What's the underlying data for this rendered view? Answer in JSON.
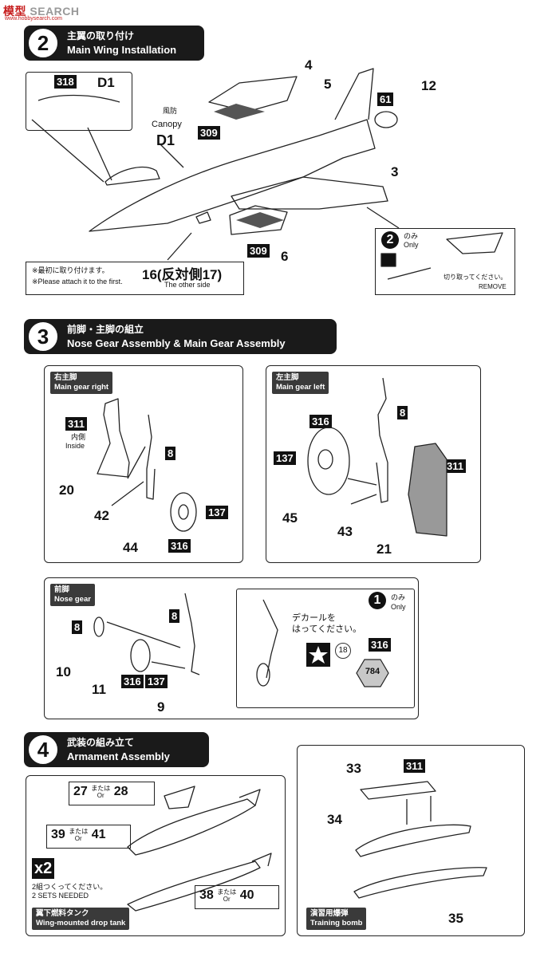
{
  "watermark": {
    "brand_a": "模型",
    "brand_b": "SEARCH",
    "url": "www.hobbysearch.com"
  },
  "step2": {
    "num": "2",
    "title_ja": "主翼の取り付け",
    "title_en": "Main Wing Installation",
    "canopy_ja": "風防",
    "canopy_en": "Canopy",
    "canopy_part": "D1",
    "inset_black": "318",
    "inset_part": "D1",
    "callouts": [
      "4",
      "5",
      "12",
      "3",
      "6"
    ],
    "black_309a": "309",
    "black_309b": "309",
    "black_61": "61",
    "note_ja": "※最初に取り付けます。",
    "note_en": "※Please attach it to the first.",
    "part16": "16",
    "part16_ja": "(反対側",
    "part17": "17)",
    "other_side": "The other side",
    "only_num": "2",
    "only_ja": "のみ",
    "only_en": "Only",
    "remove_ja": "切り取ってください。",
    "remove_en": "REMOVE"
  },
  "step3": {
    "num": "3",
    "title_ja": "前脚・主脚の組立",
    "title_en": "Nose Gear Assembly & Main Gear Assembly",
    "right": {
      "tag_ja": "右主脚",
      "tag_en": "Main gear right",
      "b311": "311",
      "inside_ja": "内側",
      "inside_en": "Inside",
      "p20": "20",
      "p42": "42",
      "p44": "44",
      "b8": "8",
      "b137": "137",
      "b316": "316"
    },
    "left": {
      "tag_ja": "左主脚",
      "tag_en": "Main gear left",
      "b316": "316",
      "b137": "137",
      "b8": "8",
      "b311": "311",
      "p45": "45",
      "p43": "43",
      "p21": "21"
    },
    "nose": {
      "tag_ja": "前脚",
      "tag_en": "Nose gear",
      "b8a": "8",
      "b8b": "8",
      "p10": "10",
      "p11": "11",
      "p9": "9",
      "b316": "316",
      "b137": "137",
      "only_num": "1",
      "only_ja": "のみ",
      "only_en": "Only",
      "decal_ja1": "デカールを",
      "decal_ja2": "はってください。",
      "decal_num": "18",
      "b316b": "316",
      "hex": "784"
    }
  },
  "step4": {
    "num": "4",
    "title_ja": "武装の組み立て",
    "title_en": "Armament Assembly",
    "tank": {
      "p27": "27",
      "or_ja": "または",
      "or_en": "Or",
      "p28": "28",
      "p39": "39",
      "p41": "41",
      "p38": "38",
      "p40": "40",
      "x2": "x2",
      "sets_ja": "2組つくってください。",
      "sets_en": "2 SETS NEEDED",
      "tag_ja": "翼下燃料タンク",
      "tag_en": "Wing-mounted drop tank"
    },
    "bomb": {
      "p33": "33",
      "b311": "311",
      "p34": "34",
      "p35": "35",
      "tag_ja": "演習用爆弾",
      "tag_en": "Training bomb"
    }
  }
}
